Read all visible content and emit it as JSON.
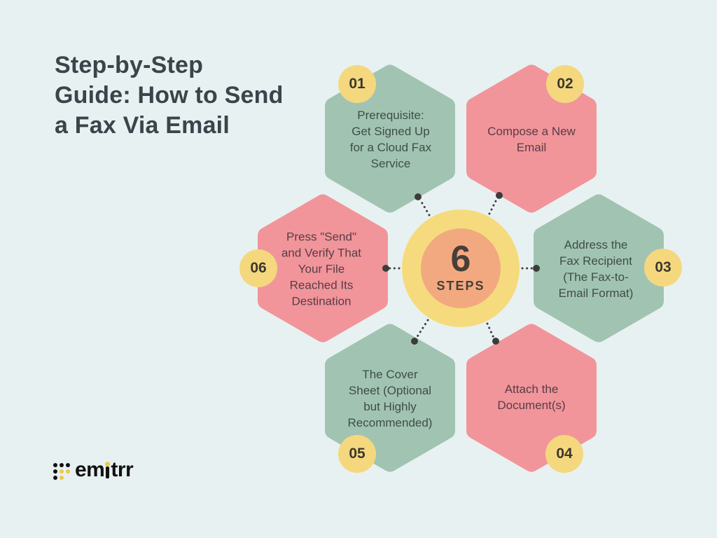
{
  "title": "Step-by-Step\nGuide: How to Send\na Fax Via Email",
  "center": {
    "number": "6",
    "label": "STEPS"
  },
  "steps": [
    {
      "num": "01",
      "label": "Prerequisite:\nGet Signed Up\nfor a Cloud Fax\nService",
      "hex_color": "green"
    },
    {
      "num": "02",
      "label": "Compose a New\nEmail",
      "hex_color": "pink"
    },
    {
      "num": "03",
      "label": "Address the\nFax Recipient\n(The Fax-to-\nEmail Format)",
      "hex_color": "green"
    },
    {
      "num": "04",
      "label": "Attach the\nDocument(s)",
      "hex_color": "pink"
    },
    {
      "num": "05",
      "label": "The Cover\nSheet (Optional\nbut Highly\nRecommended)",
      "hex_color": "green"
    },
    {
      "num": "06",
      "label": "Press \"Send\"\nand Verify That\nYour File\nReached Its\nDestination",
      "hex_color": "pink"
    }
  ],
  "logo": {
    "name": "emitrr",
    "part1": "em",
    "part2": "trr"
  },
  "colors": {
    "background": "#E8F1F1",
    "hex_green": "#A1C4B2",
    "hex_pink": "#F1959B",
    "badge_yellow": "#F5D87E",
    "ring_yellow": "#F5DB7D",
    "core_orange": "#F3A980",
    "connector": "#3C3C3C",
    "title_text": "#3C434A",
    "text_on_green": "#3F4C49",
    "text_on_pink": "#573D45",
    "logo_black": "#121212",
    "logo_yellow": "#EFC84B"
  }
}
